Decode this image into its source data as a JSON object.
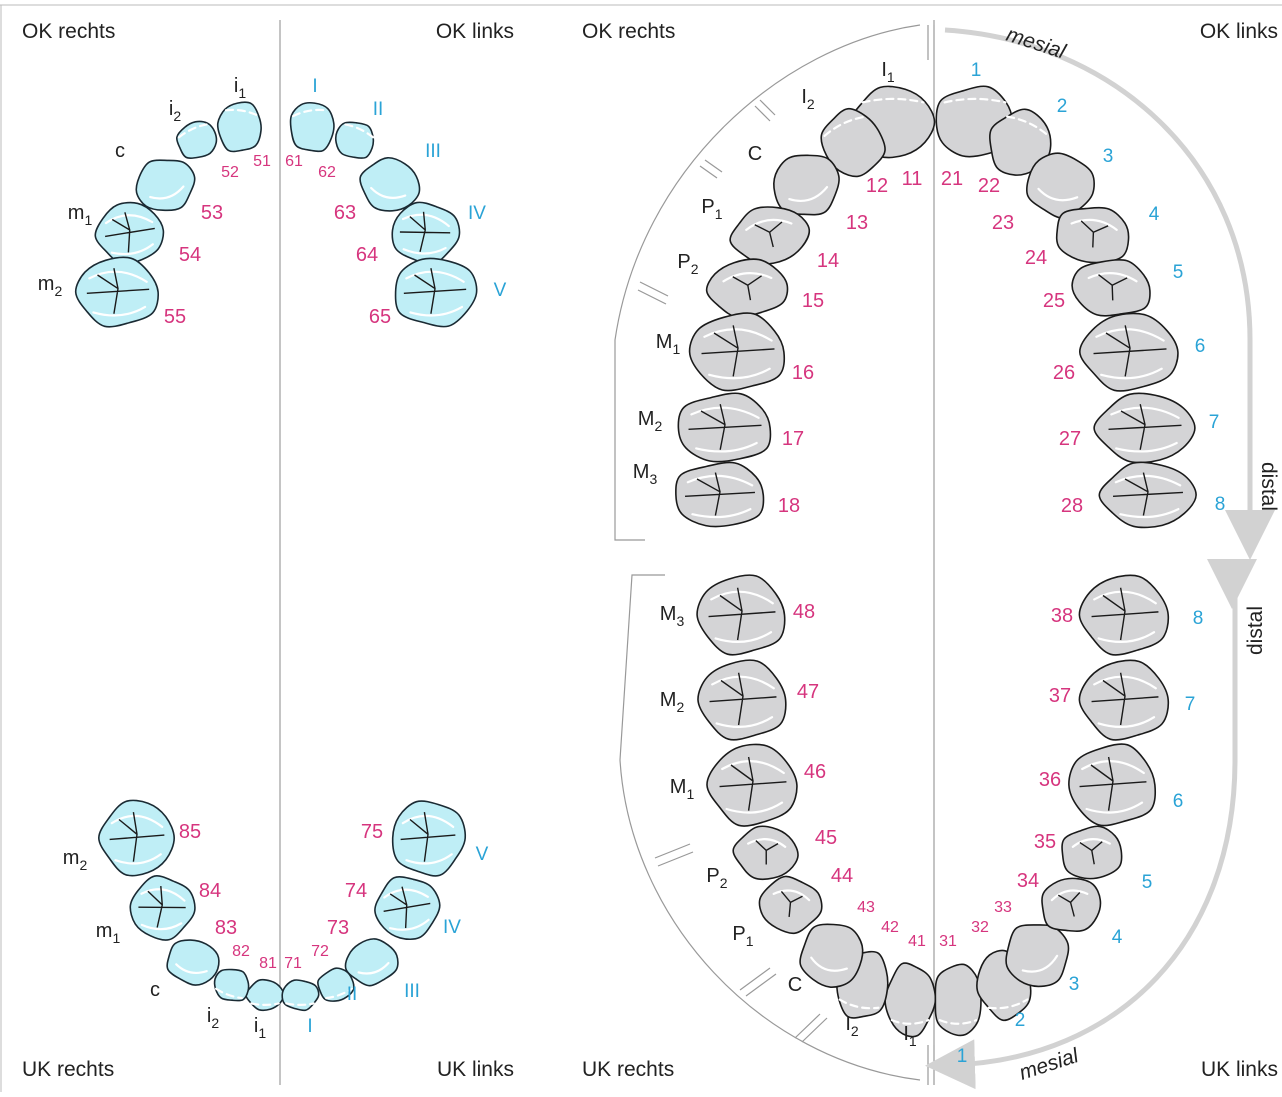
{
  "corners": {
    "left_top_right": "OK rechts",
    "left_top_left": "OK links",
    "left_bottom_right": "UK rechts",
    "left_bottom_left": "UK links",
    "right_top_right": "OK rechts",
    "right_top_left": "OK links",
    "right_bottom_right": "UK rechts",
    "right_bottom_left": "UK links"
  },
  "arrows": {
    "upper_mesial": "mesial",
    "upper_distal": "distal",
    "lower_mesial": "mesial",
    "lower_distal": "distal"
  },
  "deciduous": {
    "upper_right": [
      {
        "class": "i",
        "sub": "1",
        "fdi": "51"
      },
      {
        "class": "i",
        "sub": "2",
        "fdi": "52"
      },
      {
        "class": "c",
        "sub": "",
        "fdi": "53"
      },
      {
        "class": "m",
        "sub": "1",
        "fdi": "54"
      },
      {
        "class": "m",
        "sub": "2",
        "fdi": "55"
      }
    ],
    "upper_left": [
      {
        "roman": "I",
        "fdi": "61"
      },
      {
        "roman": "II",
        "fdi": "62"
      },
      {
        "roman": "III",
        "fdi": "63"
      },
      {
        "roman": "IV",
        "fdi": "64"
      },
      {
        "roman": "V",
        "fdi": "65"
      }
    ],
    "lower_right": [
      {
        "class": "i",
        "sub": "1",
        "fdi": "81"
      },
      {
        "class": "i",
        "sub": "2",
        "fdi": "82"
      },
      {
        "class": "c",
        "sub": "",
        "fdi": "83"
      },
      {
        "class": "m",
        "sub": "1",
        "fdi": "84"
      },
      {
        "class": "m",
        "sub": "2",
        "fdi": "85"
      }
    ],
    "lower_left": [
      {
        "roman": "I",
        "fdi": "71"
      },
      {
        "roman": "II",
        "fdi": "72"
      },
      {
        "roman": "III",
        "fdi": "73"
      },
      {
        "roman": "IV",
        "fdi": "74"
      },
      {
        "roman": "V",
        "fdi": "75"
      }
    ]
  },
  "permanent": {
    "upper_right": [
      {
        "class": "I",
        "sub": "1",
        "fdi": "11"
      },
      {
        "class": "I",
        "sub": "2",
        "fdi": "12"
      },
      {
        "class": "C",
        "sub": "",
        "fdi": "13"
      },
      {
        "class": "P",
        "sub": "1",
        "fdi": "14"
      },
      {
        "class": "P",
        "sub": "2",
        "fdi": "15"
      },
      {
        "class": "M",
        "sub": "1",
        "fdi": "16"
      },
      {
        "class": "M",
        "sub": "2",
        "fdi": "17"
      },
      {
        "class": "M",
        "sub": "3",
        "fdi": "18"
      }
    ],
    "upper_left": [
      {
        "num": "1",
        "fdi": "21"
      },
      {
        "num": "2",
        "fdi": "22"
      },
      {
        "num": "3",
        "fdi": "23"
      },
      {
        "num": "4",
        "fdi": "24"
      },
      {
        "num": "5",
        "fdi": "25"
      },
      {
        "num": "6",
        "fdi": "26"
      },
      {
        "num": "7",
        "fdi": "27"
      },
      {
        "num": "8",
        "fdi": "28"
      }
    ],
    "lower_right": [
      {
        "class": "I",
        "sub": "1",
        "fdi": "41"
      },
      {
        "class": "I",
        "sub": "2",
        "fdi": "42"
      },
      {
        "class": "C",
        "sub": "",
        "fdi": "43"
      },
      {
        "class": "P",
        "sub": "1",
        "fdi": "44"
      },
      {
        "class": "P",
        "sub": "2",
        "fdi": "45"
      },
      {
        "class": "M",
        "sub": "1",
        "fdi": "46"
      },
      {
        "class": "M",
        "sub": "2",
        "fdi": "47"
      },
      {
        "class": "M",
        "sub": "3",
        "fdi": "48"
      }
    ],
    "lower_left": [
      {
        "num": "1",
        "fdi": "31"
      },
      {
        "num": "2",
        "fdi": "32"
      },
      {
        "num": "3",
        "fdi": "33"
      },
      {
        "num": "4",
        "fdi": "34"
      },
      {
        "num": "5",
        "fdi": "35"
      },
      {
        "num": "6",
        "fdi": "36"
      },
      {
        "num": "7",
        "fdi": "37"
      },
      {
        "num": "8",
        "fdi": "38"
      }
    ]
  },
  "colors": {
    "deciduous_fill": "#bfeef6",
    "permanent_fill": "#d4d4d6",
    "fdi_number": "#d6357e",
    "quadrant_number": "#2aa3d6",
    "arrow": "#d2d2d2"
  }
}
